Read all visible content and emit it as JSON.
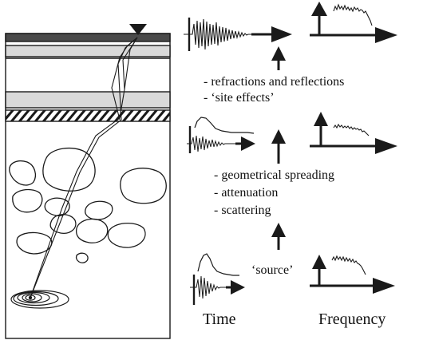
{
  "labels": {
    "path_stage_1": "- refractions and reflections",
    "path_stage_2": "- ‘site effects’",
    "propagation_1": "- geometrical spreading",
    "propagation_2": "- attenuation",
    "propagation_3": "- scattering",
    "source": "‘source’",
    "time_axis": "Time",
    "frequency_axis": "Frequency"
  },
  "colors": {
    "ink": "#1a1a1a",
    "layer_fill": "#d9d9d9",
    "dark_layer": "#4a4a4a",
    "background": "#ffffff"
  }
}
